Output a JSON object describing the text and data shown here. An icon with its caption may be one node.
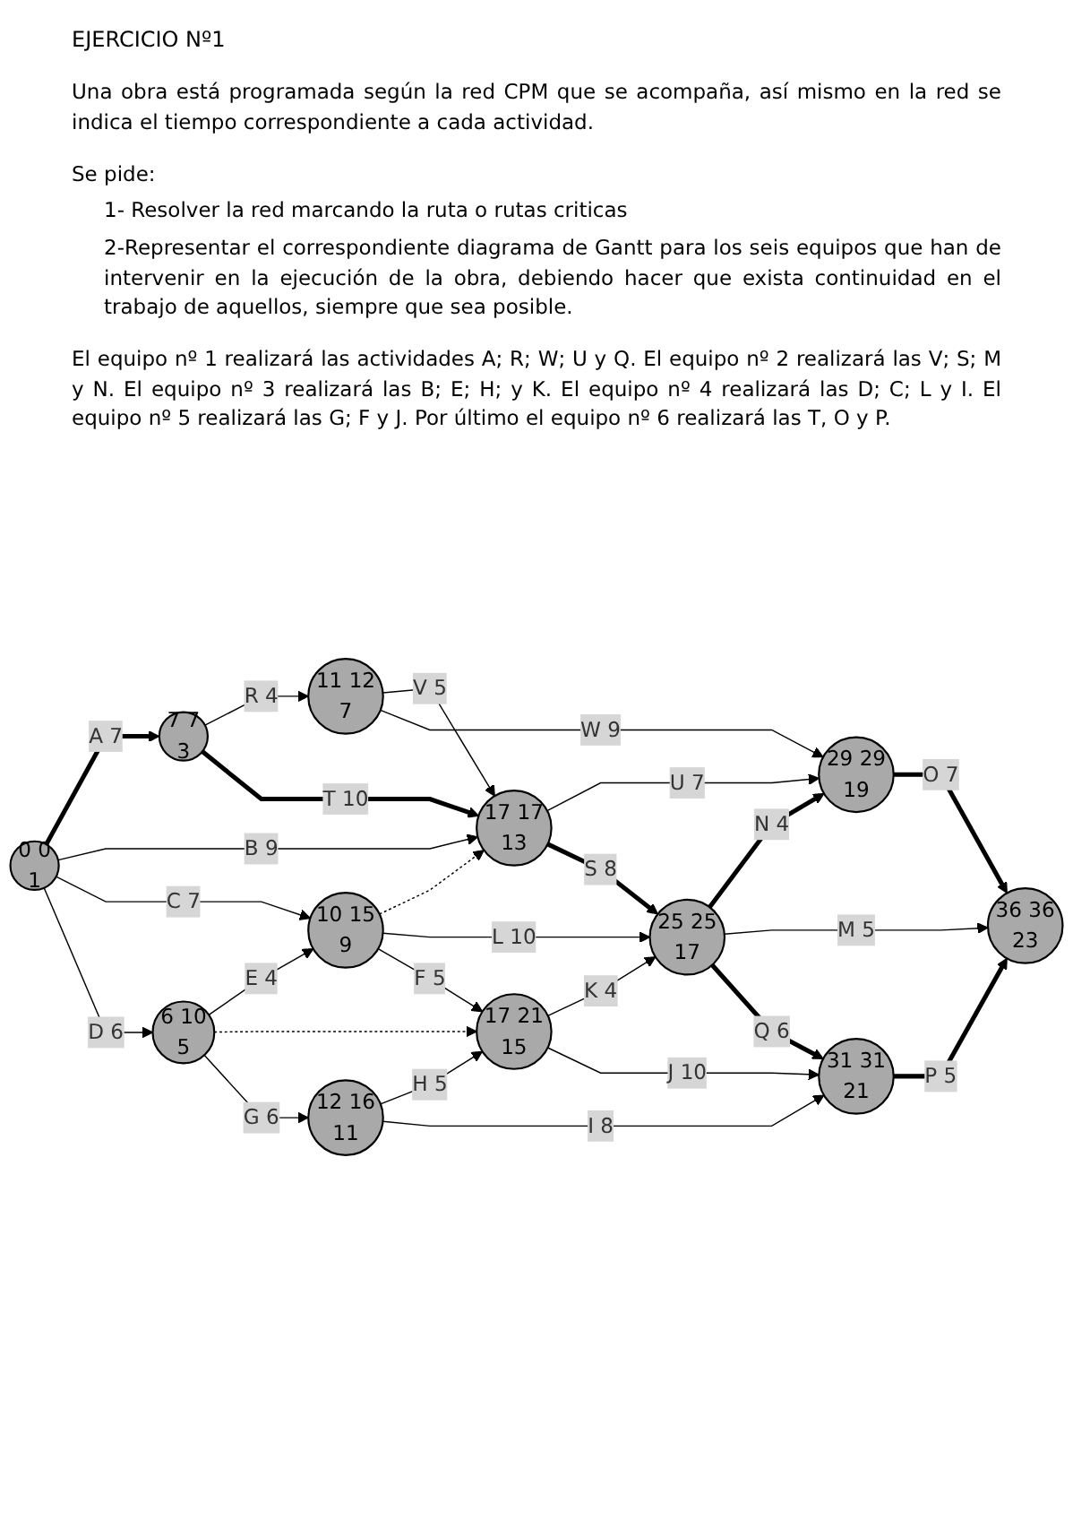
{
  "diagram": {
    "title": "EJERCICIO Nº1",
    "nodes": [
      {
        "text": [
          "11",
          "12",
          "7"
        ]
      },
      {
        "text": [
          "7",
          "7",
          "3"
        ]
      },
      {
        "text": [
          "17",
          "17",
          "13"
        ]
      },
      {
        "text": [
          "29",
          "29",
          "19"
        ]
      },
      {
        "text": [
          "0",
          "0",
          "1"
        ]
      },
      {
        "text": [
          "10",
          "15",
          "9"
        ]
      },
      {
        "text": [
          "25",
          "25",
          "17"
        ]
      },
      {
        "text": [
          "36",
          "36",
          "23"
        ]
      },
      {
        "text": [
          "6",
          "10",
          "5"
        ]
      },
      {
        "text": [
          "17",
          "21",
          "15"
        ]
      },
      {
        "text": [
          "31",
          "31",
          "21"
        ]
      },
      {
        "text": [
          "12",
          "16",
          "11"
        ]
      }
    ],
    "edges": [
      {
        "from": 4,
        "to": 1,
        "arrow": "to",
        "label": "A 7",
        "style": "thick"
      },
      {
        "from": 4,
        "to": 2,
        "arrow": "to",
        "label": "B 9"
      },
      {
        "from": 4,
        "to": 5,
        "arrow": "to",
        "label": "C 7"
      },
      {
        "from": 4,
        "to": 8,
        "arrow": "to",
        "label": "D 6"
      },
      {
        "from": 1,
        "to": 0,
        "arrow": "to",
        "label": "R 4"
      },
      {
        "from": 1,
        "to": 2,
        "arrow": "to",
        "label": "T 10",
        "style": "thick"
      },
      {
        "from": 0,
        "to": 2,
        "arrow": "to",
        "label": "V 5"
      },
      {
        "from": 0,
        "to": 3,
        "arrow": "to",
        "label": "W 9"
      },
      {
        "from": 2,
        "to": 3,
        "arrow": "to",
        "label": "U 7"
      },
      {
        "from": 2,
        "to": 6,
        "arrow": "to",
        "label": "S 8",
        "style": "thick"
      },
      {
        "from": 5,
        "to": 2,
        "arrow": "to",
        "style": "dashed"
      },
      {
        "from": 8,
        "to": 5,
        "arrow": "to",
        "label": "E 4"
      },
      {
        "from": 5,
        "to": 6,
        "arrow": "to",
        "label": "L 10"
      },
      {
        "from": 5,
        "to": 9,
        "arrow": "to",
        "label": "F 5"
      },
      {
        "from": 8,
        "to": 9,
        "arrow": "to",
        "style": "dashed"
      },
      {
        "from": 8,
        "to": 11,
        "arrow": "to",
        "label": "G 6"
      },
      {
        "from": 11,
        "to": 9,
        "arrow": "to",
        "label": "H 5"
      },
      {
        "from": 11,
        "to": 10,
        "arrow": "to",
        "label": "I 8"
      },
      {
        "from": 9,
        "to": 6,
        "arrow": "to",
        "label": "K 4"
      },
      {
        "from": 9,
        "to": 10,
        "arrow": "to",
        "label": "J 10"
      },
      {
        "from": 6,
        "to": 3,
        "arrow": "to",
        "label": "N 4",
        "style": "thick"
      },
      {
        "from": 6,
        "to": 7,
        "arrow": "to",
        "label": "M 5"
      },
      {
        "from": 6,
        "to": 10,
        "arrow": "to",
        "label": "Q 6",
        "style": "thick"
      },
      {
        "from": 3,
        "to": 7,
        "arrow": "to",
        "label": "O 7",
        "style": "thick"
      },
      {
        "from": 10,
        "to": 7,
        "arrow": "to",
        "label": "P 5",
        "style": "thick"
      }
    ],
    "labels": [
      "Una obra está programada según la red CPM que se acompaña, así mismo en la red se indica el tiempo correspondiente a cada actividad.",
      "Se pide:",
      "1- Resolver la red marcando la ruta o rutas criticas",
      "2-Representar el correspondiente diagrama de Gantt para los seis equipos que han de intervenir en la ejecución de la obra, debiendo hacer que exista continuidad en el trabajo de aquellos, siempre que sea posible.",
      "El equipo nº 1 realizará las actividades A; R; W; U y Q. El equipo nº 2 realizará las V; S; M y N. El equipo nº 3 realizará las B; E; H; y K. El equipo nº 4 realizará las D; C; L y I. El equipo nº 5 realizará las G; F y J. Por último el equipo nº 6 realizará las T, O y P."
    ]
  }
}
